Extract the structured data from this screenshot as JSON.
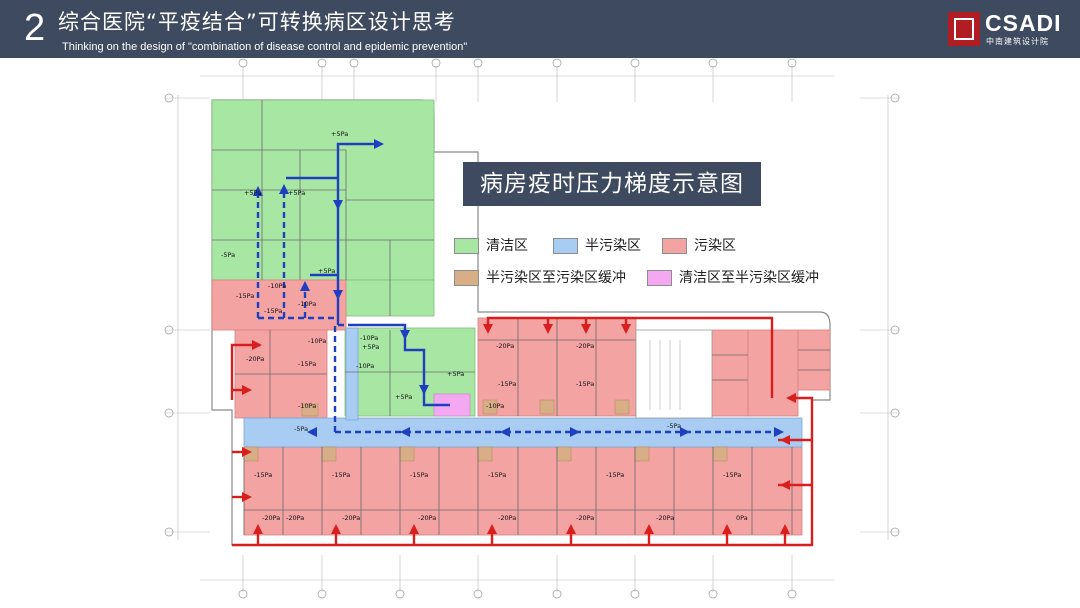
{
  "header": {
    "number": "2",
    "title": "综合医院“平疫结合”可转换病区设计思考",
    "subtitle": "Thinking on the design of \"combination of disease control and epidemic prevention\""
  },
  "logo": {
    "brand": "CSADI",
    "brand_sub": "中南建筑设计院"
  },
  "diagram": {
    "title": "病房疫时压力梯度示意图",
    "legend": [
      {
        "label": "清洁区",
        "color": "#a8e6a3"
      },
      {
        "label": "半污染区",
        "color": "#a9cdf2"
      },
      {
        "label": "污染区",
        "color": "#f4a3a3"
      },
      {
        "label": "半污染区至污染区缓冲",
        "color": "#d8ae86"
      },
      {
        "label": "清洁区至半污染区缓冲",
        "color": "#f3a8f1"
      }
    ],
    "colors": {
      "clean": "#a8e6a3",
      "semi": "#a9cdf2",
      "polluted": "#f4a3a3",
      "buffer_semi_polluted": "#d8ae86",
      "buffer_clean_semi": "#f3a8f1",
      "staff_route": "#1e3fbf",
      "patient_route": "#d91e1e",
      "wall": "#6b6b6b"
    },
    "pressure_labels": [
      "+5Pa",
      "+5Pa",
      "+5Pa",
      "+5Pa",
      "+5Pa",
      "+5Pa",
      "+5Pa",
      "-5Pa",
      "-5Pa",
      "-5Pa",
      "-10Pa",
      "-10Pa",
      "-10Pa",
      "-10Pa",
      "-10Pa",
      "-10Pa",
      "-10Pa",
      "-15Pa",
      "-15Pa",
      "-15Pa",
      "-15Pa",
      "-15Pa",
      "-15Pa",
      "-15Pa",
      "-15Pa",
      "-15Pa",
      "-15Pa",
      "-15Pa",
      "-20Pa",
      "-20Pa",
      "-20Pa",
      "-20Pa",
      "-20Pa",
      "-20Pa",
      "-20Pa",
      "-20Pa",
      "-20Pa",
      "-20Pa",
      "0Pa"
    ]
  }
}
